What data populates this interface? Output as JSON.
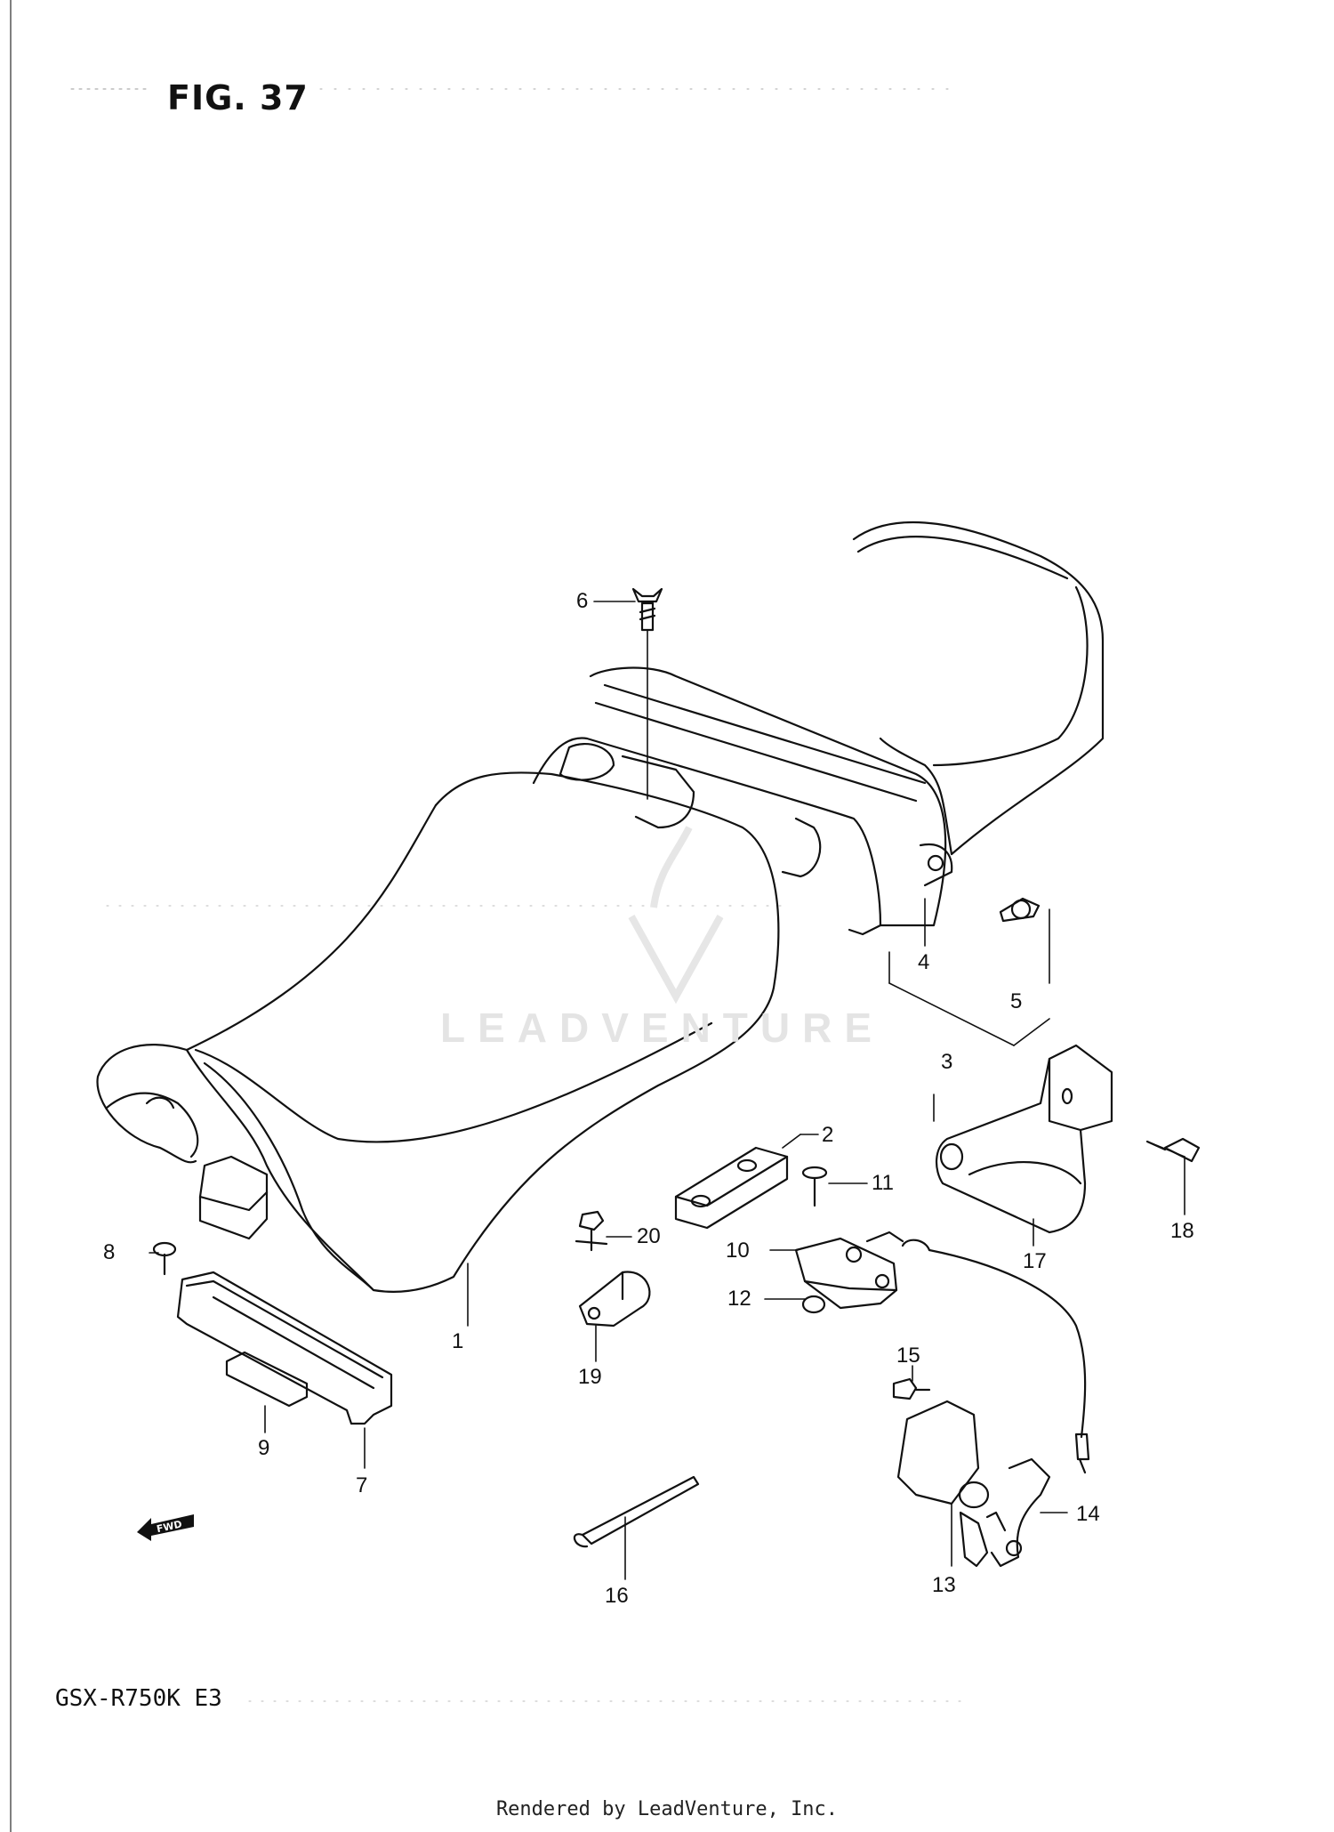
{
  "figure": {
    "title": "FIG. 37",
    "model": "GSX-R750K  E3",
    "credit": "Rendered by LeadVenture, Inc.",
    "watermark": "LEADVENTURE",
    "fwd_label": "FWD"
  },
  "callouts": [
    {
      "id": "c1",
      "label": "1"
    },
    {
      "id": "c2",
      "label": "2"
    },
    {
      "id": "c3",
      "label": "3"
    },
    {
      "id": "c4",
      "label": "4"
    },
    {
      "id": "c5",
      "label": "5"
    },
    {
      "id": "c6",
      "label": "6"
    },
    {
      "id": "c7",
      "label": "7"
    },
    {
      "id": "c8",
      "label": "8"
    },
    {
      "id": "c9",
      "label": "9"
    },
    {
      "id": "c10",
      "label": "10"
    },
    {
      "id": "c11",
      "label": "11"
    },
    {
      "id": "c12",
      "label": "12"
    },
    {
      "id": "c13",
      "label": "13"
    },
    {
      "id": "c14",
      "label": "14"
    },
    {
      "id": "c15",
      "label": "15"
    },
    {
      "id": "c16",
      "label": "16"
    },
    {
      "id": "c17",
      "label": "17"
    },
    {
      "id": "c18",
      "label": "18"
    },
    {
      "id": "c19",
      "label": "19"
    },
    {
      "id": "c20",
      "label": "20"
    }
  ]
}
